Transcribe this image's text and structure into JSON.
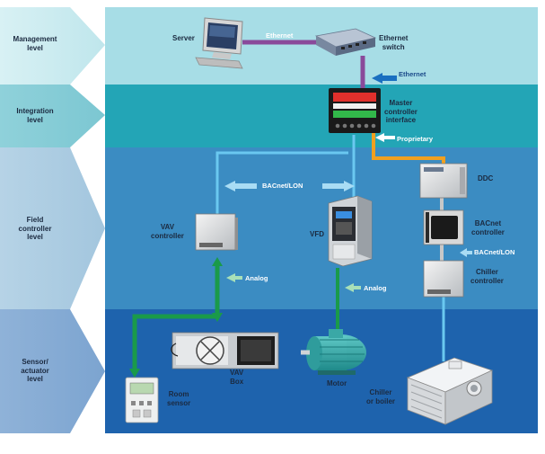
{
  "levels": {
    "management": "Management\nlevel",
    "integration": "Integration\nlevel",
    "field": "Field\ncontroller\nlevel",
    "sensor": "Sensor/\nactuator\nlevel"
  },
  "devices": {
    "server": "Server",
    "ethernet_switch": "Ethernet\nswitch",
    "master_controller": "Master\ncontroller\ninterface",
    "vav_controller": "VAV\ncontroller",
    "vfd": "VFD",
    "ddc": "DDC",
    "bacnet_controller": "BACnet\ncontroller",
    "chiller_controller": "Chiller\ncontroller",
    "vav_box": "VAV\nBox",
    "room_sensor": "Room\nsensor",
    "motor": "Motor",
    "chiller_or_boiler": "Chiller\nor boiler"
  },
  "links": {
    "ethernet_top": "Ethernet",
    "ethernet_side": "Ethernet",
    "proprietary": "Proprietary",
    "bacnet_lon_main": "BACnet/LON",
    "bacnet_lon_right": "BACnet/LON",
    "analog_vav": "Analog",
    "analog_vfd": "Analog"
  },
  "colors": {
    "management": "#a8e0e8",
    "integration": "#24a6b8",
    "field": "#3a8cc4",
    "sensor": "#1f66b0",
    "ethernet": "#8a4a9a",
    "proprietary": "#f0a020",
    "bacnet": "#6ac8f0",
    "analog": "#1a9a4a"
  }
}
